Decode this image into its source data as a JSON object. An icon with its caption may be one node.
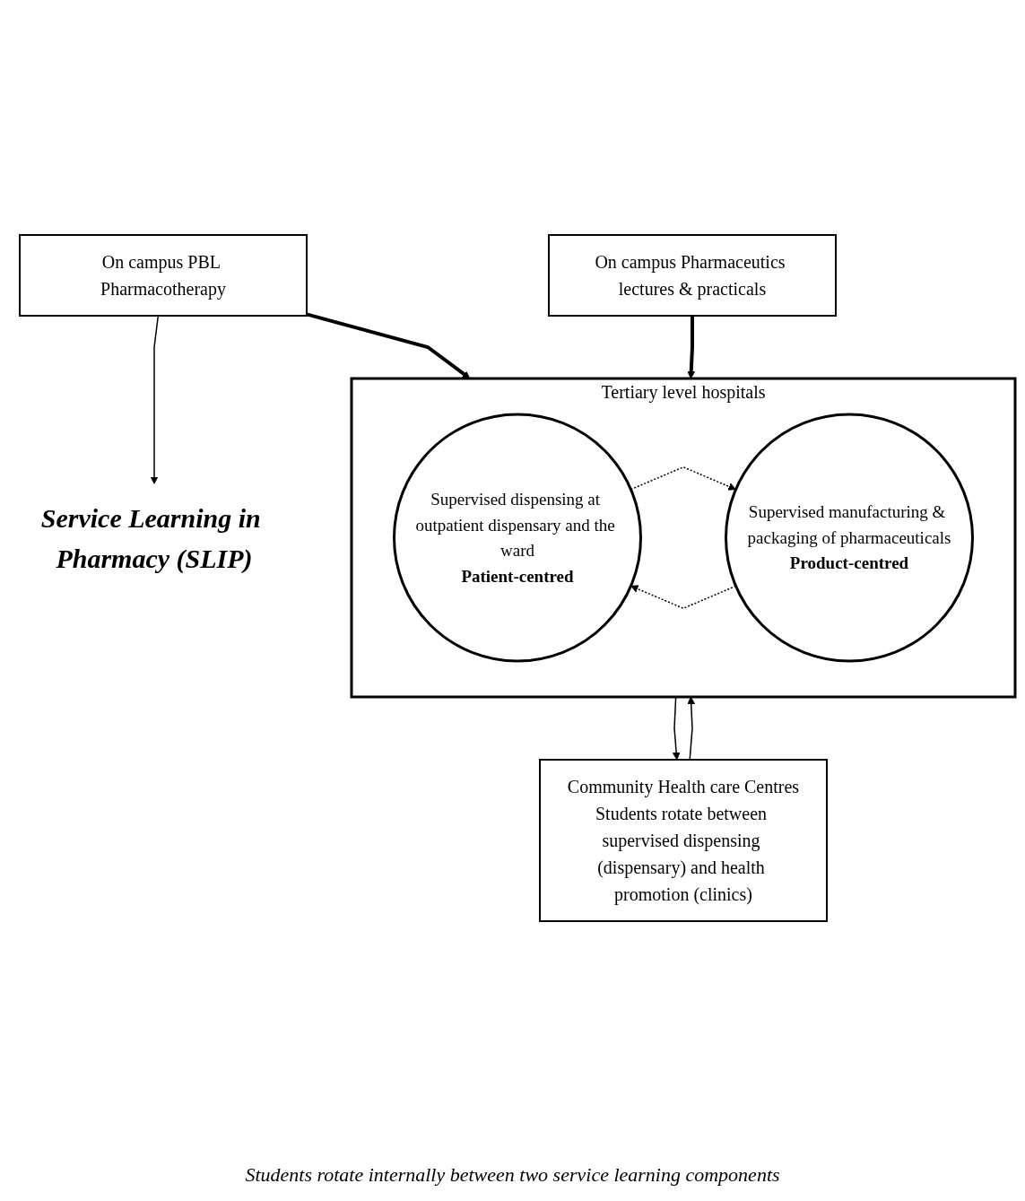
{
  "diagram": {
    "nodes": [
      {
        "text": [
          "On campus PBL Pharmacotherapy"
        ]
      },
      {
        "text": [
          "On campus Pharmaceutics lectures & practicals"
        ]
      },
      {
        "text": [
          "Service Learning in Pharmacy (SLIP)"
        ]
      },
      {
        "text": [
          "Community Health care Centres",
          "Students rotate between supervised dispensing (dispensary) and health promotion (clinics)"
        ]
      },
      {
        "text": [
          "Tertiary level hospitals"
        ]
      },
      {
        "text": [
          "Supervised dispensing at outpatient dispensary and the ward",
          "Patient-centred"
        ],
        "in": 4
      },
      {
        "text": [
          "Supervised manufacturing & packaging of pharmaceuticals",
          "Product-centred"
        ],
        "in": 4
      }
    ],
    "edges": [
      {
        "from": 0,
        "to": 2,
        "arrow": "to"
      },
      {
        "from": 0,
        "to": 4,
        "arrow": "to",
        "style": "thick"
      },
      {
        "from": 1,
        "to": 4,
        "arrow": "to",
        "style": "thick"
      },
      {
        "from": 4,
        "to": 3,
        "arrow": "to"
      },
      {
        "from": 3,
        "to": 4,
        "arrow": "to"
      },
      {
        "from": 5,
        "to": 6,
        "arrow": "to",
        "style": "dashed"
      },
      {
        "from": 6,
        "to": 5,
        "arrow": "to",
        "style": "dashed"
      }
    ],
    "labels": [
      "Students rotate internally between two service learning components"
    ]
  }
}
